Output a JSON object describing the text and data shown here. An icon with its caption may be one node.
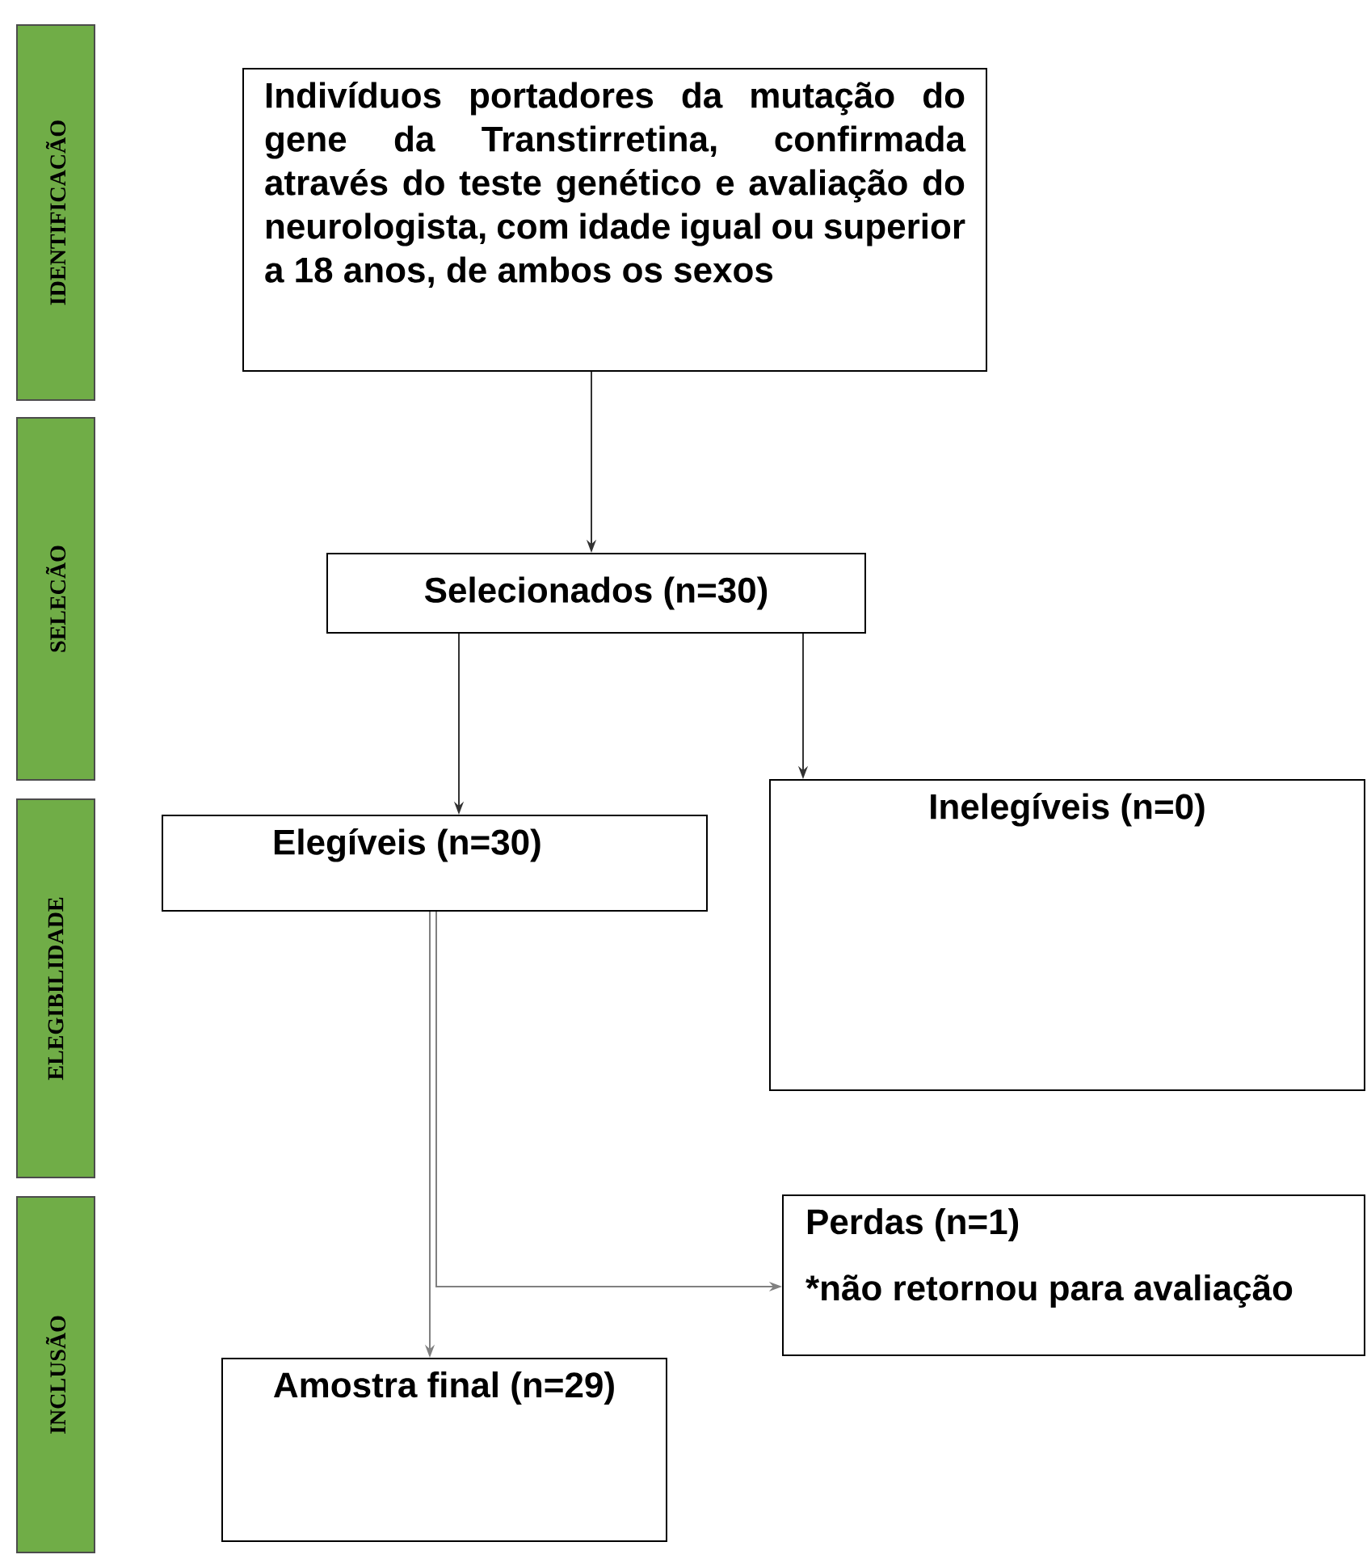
{
  "diagram": {
    "nodes": [
      {
        "text": [
          "IDENTIFICACÃO"
        ]
      },
      {
        "text": [
          "SELECÃO"
        ]
      },
      {
        "text": [
          "ELEGIBILIDADE"
        ]
      },
      {
        "text": [
          "INCLUSÃO"
        ]
      },
      {
        "text": [
          "Indivíduos portadores da mutação do gene da Transtirretina, confirmada através do teste genético e avaliação do neurologista, com idade igual ou superior a 18 anos, de ambos os sexos"
        ]
      },
      {
        "text": [
          "Selecionados (n=30)"
        ]
      },
      {
        "text": [
          "Elegíveis (n=30)"
        ]
      },
      {
        "text": [
          "Inelegíveis (n=0)"
        ]
      },
      {
        "text": [
          "Perdas (n=1)",
          "*não retornou para avaliação"
        ]
      },
      {
        "text": [
          "Amostra final (n=29)"
        ]
      }
    ],
    "edges": [
      {
        "from": 4,
        "to": 5,
        "arrow": "to"
      },
      {
        "from": 5,
        "to": 6,
        "arrow": "to"
      },
      {
        "from": 5,
        "to": 7,
        "arrow": "to"
      },
      {
        "from": 6,
        "to": 9,
        "arrow": "to",
        "color": "#808080"
      },
      {
        "from": 6,
        "to": 8,
        "arrow": "to",
        "color": "#808080"
      }
    ]
  }
}
